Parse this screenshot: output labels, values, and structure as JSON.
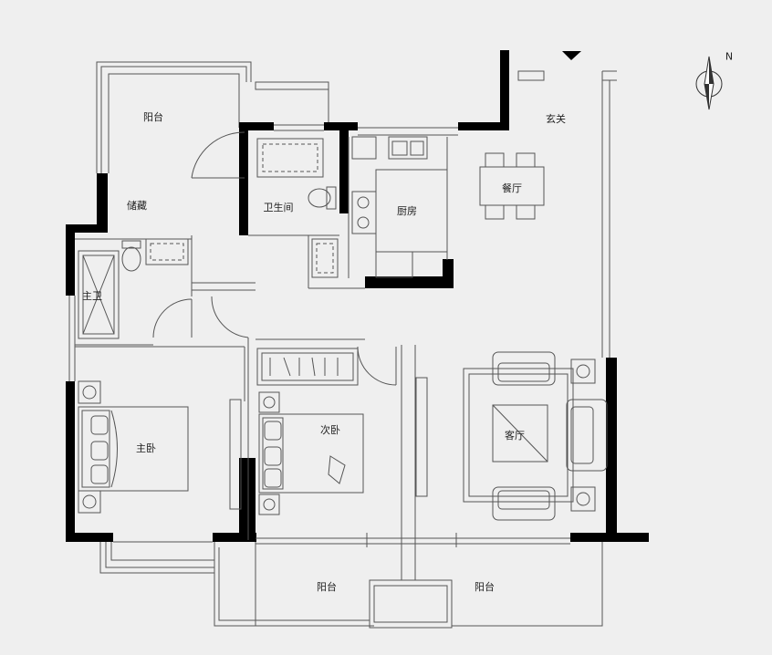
{
  "rooms": {
    "balcony_nw": "阳台",
    "storage": "储藏",
    "bathroom": "卫生间",
    "kitchen": "厨房",
    "dining": "餐厅",
    "entrance": "玄关",
    "master_bath": "主卫",
    "master_bedroom": "主卧",
    "second_bedroom": "次卧",
    "living_room": "客厅",
    "balcony_south_left": "阳台",
    "balcony_south_right": "阳台"
  },
  "compass": {
    "label": "N"
  },
  "colors": {
    "wall": "#000000",
    "line": "#555555",
    "background": "#efefef"
  }
}
